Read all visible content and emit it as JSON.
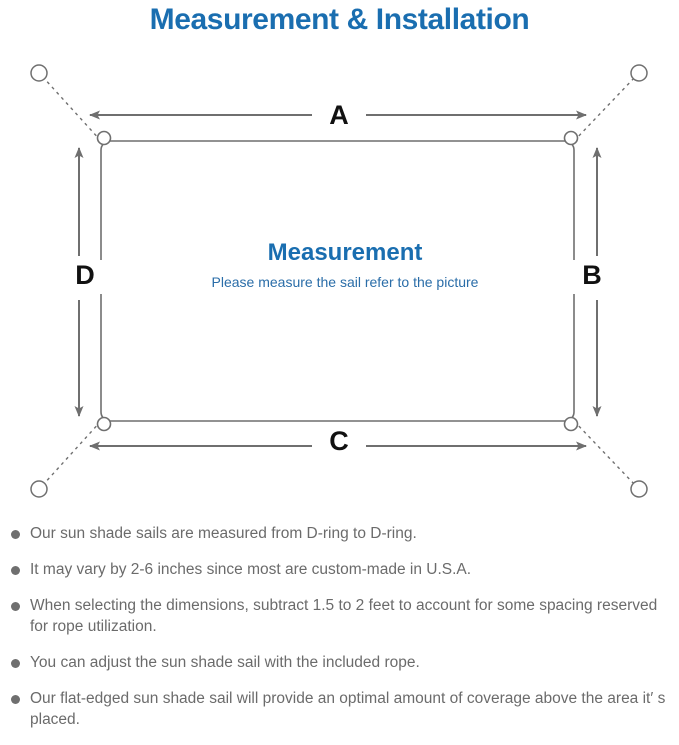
{
  "page": {
    "title": "Measurement & Installation",
    "title_color": "#1a6eb0",
    "background": "#ffffff"
  },
  "diagram": {
    "name": "sun-shade-sail-measurement-diagram",
    "center_title": "Measurement",
    "center_subtitle": "Please measure the sail refer to the picture",
    "center_title_color": "#1a6eb0",
    "center_subtitle_color": "#2a6da8",
    "line_color": "#6f6f6f",
    "dimension_labels": {
      "top": "A",
      "right": "B",
      "bottom": "C",
      "left": "D"
    },
    "corner_rings": [
      {
        "name": "d-ring-top-left"
      },
      {
        "name": "d-ring-top-right"
      },
      {
        "name": "d-ring-bottom-left"
      },
      {
        "name": "d-ring-bottom-right"
      }
    ],
    "anchor_points": [
      {
        "name": "anchor-point-top-left"
      },
      {
        "name": "anchor-point-top-right"
      },
      {
        "name": "anchor-point-bottom-left"
      },
      {
        "name": "anchor-point-bottom-right"
      }
    ]
  },
  "notes": {
    "bullet_color": "#6f6f6f",
    "text_color": "#6b6b6b",
    "items": [
      "Our sun shade sails are measured from D-ring to D-ring.",
      "It may vary by 2-6 inches since most are custom-made in U.S.A.",
      "When selecting the dimensions, subtract 1.5 to 2 feet to account for some spacing reserved for rope utilization.",
      "You can adjust the sun shade sail with the included rope.",
      "Our flat-edged sun shade sail will provide an optimal amount of coverage above the area it′ s placed."
    ]
  }
}
